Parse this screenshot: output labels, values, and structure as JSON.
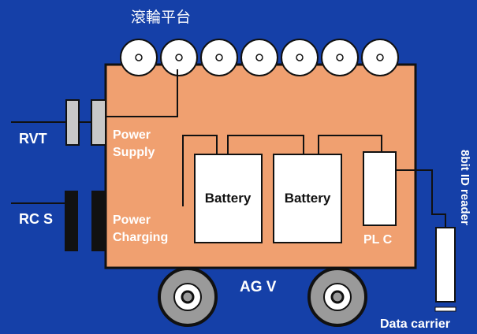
{
  "diagram": {
    "top_label": "滾輪平台",
    "rvt_label": "RVT",
    "rcs_label": "RC S",
    "power_supply_line1": "Power",
    "power_supply_line2": "Supply",
    "power_charging_line1": "Power",
    "power_charging_line2": "Charging",
    "battery1_label": "Battery",
    "battery2_label": "Battery",
    "plc_label": "PL C",
    "agv_label": "AG V",
    "id_reader_label": "8bit  ID reader",
    "data_carrier_label": "Data carrier",
    "roller_count": 7,
    "colors": {
      "background": "#1540a8",
      "body": "#f0a070",
      "component": "#ffffff",
      "outline": "#111111",
      "wheel": "#9a9a9a"
    }
  }
}
